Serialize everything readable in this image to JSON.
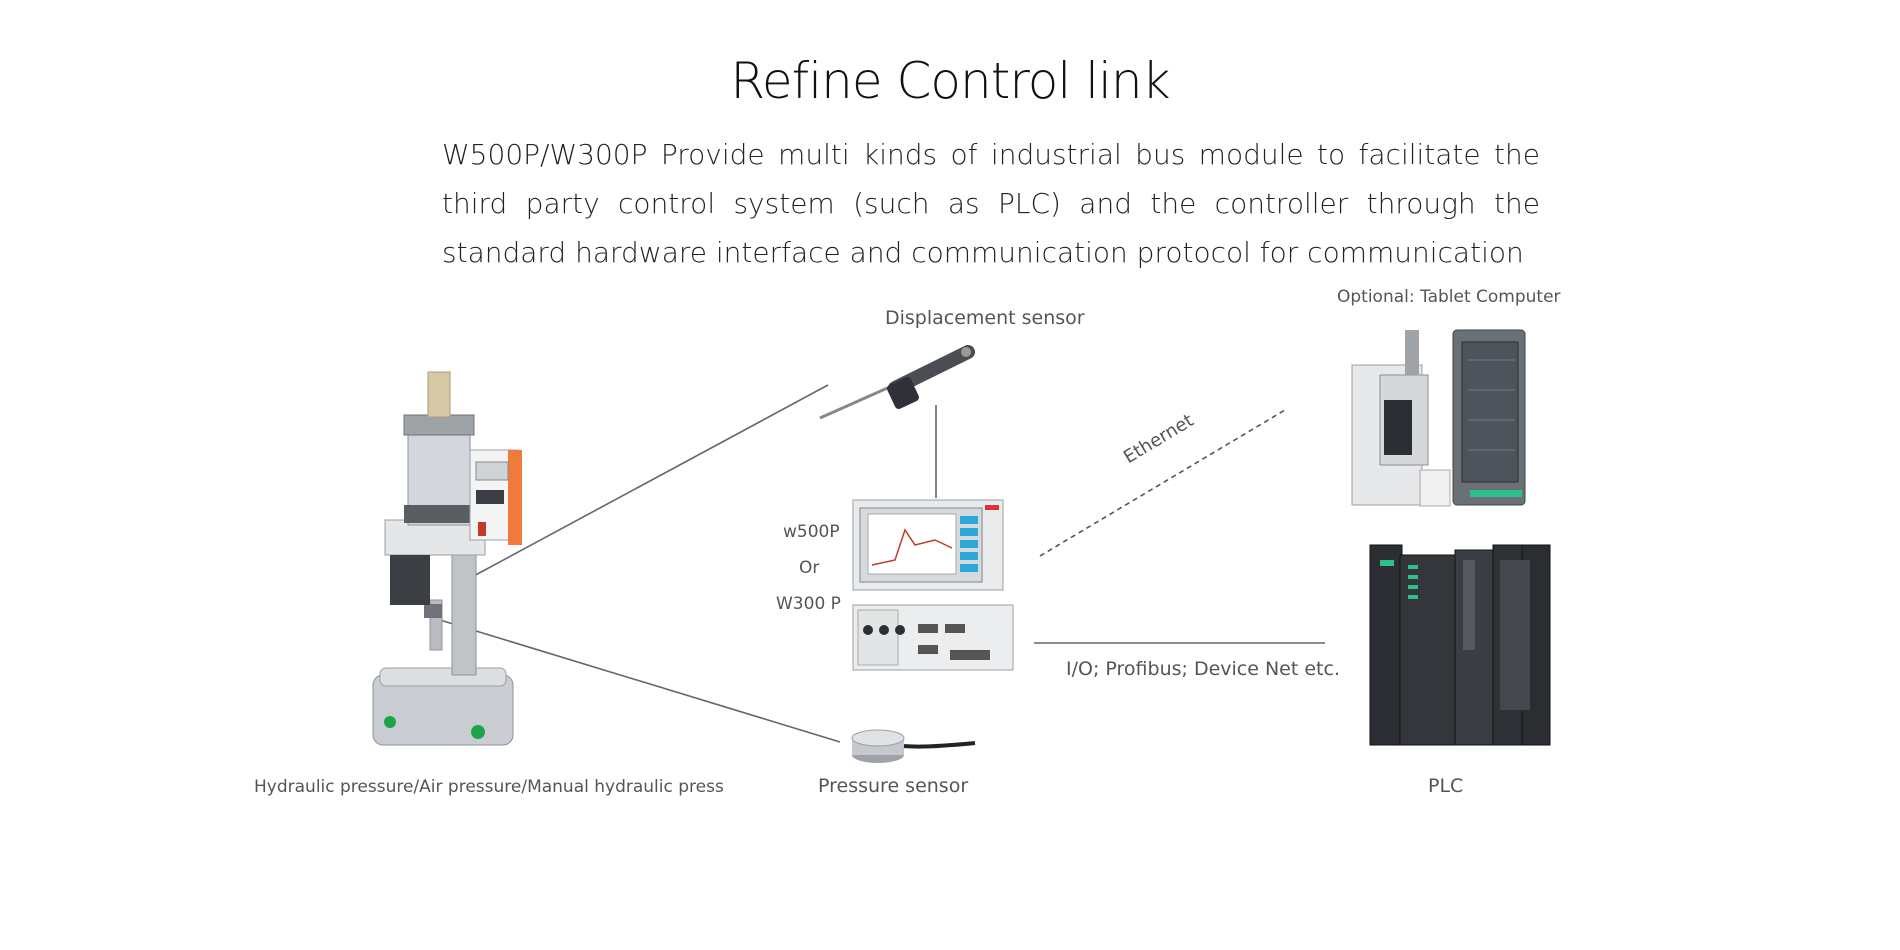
{
  "title": "Refine Control link",
  "description": "W500P/W300P Provide multi kinds of industrial bus module to facilitate the third party control system (such as PLC) and the controller through the standard hardware interface and communication protocol for communication",
  "labels": {
    "displacement_sensor": "Displacement sensor",
    "tablet": "Optional: Tablet Computer",
    "ethernet": "Ethernet",
    "model_a": "w500P",
    "model_or": "Or",
    "model_b": "W300 P",
    "bus": "I/O; Profibus; Device Net etc.",
    "press": "Hydraulic pressure/Air pressure/Manual hydraulic press",
    "pressure_sensor": "Pressure sensor",
    "plc": "PLC"
  },
  "colors": {
    "press_orange": "#f07a3a",
    "screen_blue": "#2aa8d8",
    "plc_green": "#2fc08a",
    "dark_panel": "#2b2e33"
  }
}
